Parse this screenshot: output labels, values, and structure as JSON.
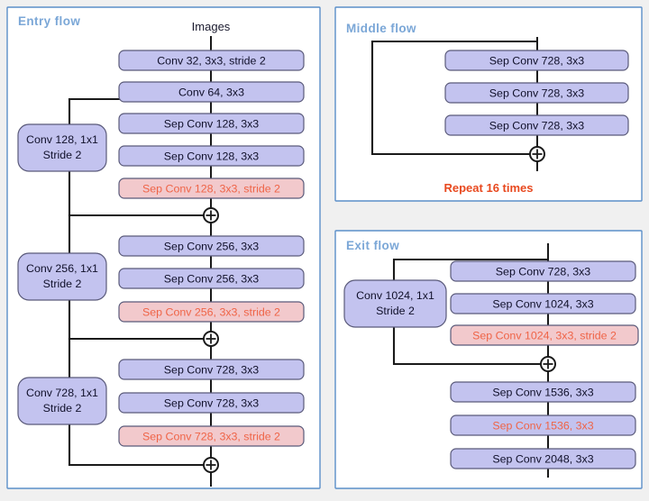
{
  "figure": {
    "background_color": "#f0f0f0",
    "panel_border_color": "#5b8fc9",
    "panel_title_color": "#7ba7d7",
    "block_fill_normal": "#c3c3ef",
    "block_fill_highlight": "#f2c9cc",
    "block_text_normal": "#10102a",
    "block_text_highlight": "#ef6447",
    "repeat_text_color": "#e8491f",
    "line_color": "#1a1a1a"
  },
  "entry_flow": {
    "title": "Entry  flow",
    "input_label": "Images",
    "blocks": [
      {
        "label": "Conv 32, 3x3, stride 2",
        "style": "normal"
      },
      {
        "label": "Conv 64, 3x3",
        "style": "normal"
      },
      {
        "label": "Sep Conv 128, 3x3",
        "style": "normal"
      },
      {
        "label": "Sep Conv 128, 3x3",
        "style": "normal"
      },
      {
        "label": "Sep Conv 128, 3x3, stride 2",
        "style": "highlight"
      },
      {
        "label": "Sep Conv 256, 3x3",
        "style": "normal"
      },
      {
        "label": "Sep Conv 256, 3x3",
        "style": "normal"
      },
      {
        "label": "Sep Conv 256, 3x3, stride 2",
        "style": "highlight"
      },
      {
        "label": "Sep Conv 728, 3x3",
        "style": "normal"
      },
      {
        "label": "Sep Conv 728, 3x3",
        "style": "normal"
      },
      {
        "label": "Sep Conv 728, 3x3, stride 2",
        "style": "highlight"
      }
    ],
    "shortcuts": [
      {
        "line1": "Conv 128, 1x1",
        "line2": "Stride 2"
      },
      {
        "line1": "Conv 256, 1x1",
        "line2": "Stride 2"
      },
      {
        "line1": "Conv 728, 1x1",
        "line2": "Stride 2"
      }
    ],
    "merge_nodes": 3,
    "merge_symbol": "plus"
  },
  "middle_flow": {
    "title": "Middle  flow",
    "blocks": [
      {
        "label": "Sep Conv 728, 3x3",
        "style": "normal"
      },
      {
        "label": "Sep Conv 728, 3x3",
        "style": "normal"
      },
      {
        "label": "Sep Conv 728, 3x3",
        "style": "normal"
      }
    ],
    "merge_symbol": "plus",
    "repeat_label": "Repeat 16 times"
  },
  "exit_flow": {
    "title": "Exit  flow",
    "blocks": [
      {
        "label": "Sep Conv 728, 3x3",
        "style": "normal"
      },
      {
        "label": "Sep Conv 1024, 3x3",
        "style": "normal"
      },
      {
        "label": "Sep Conv 1024, 3x3, stride 2",
        "style": "highlight"
      },
      {
        "label": "Sep Conv 1536, 3x3",
        "style": "normal"
      },
      {
        "label": "Sep Conv 1536, 3x3",
        "style": "normal-red-text"
      },
      {
        "label": "Sep Conv 2048, 3x3",
        "style": "normal"
      }
    ],
    "shortcuts": [
      {
        "line1": "Conv 1024, 1x1",
        "line2": "Stride 2"
      }
    ],
    "merge_symbol": "plus"
  }
}
